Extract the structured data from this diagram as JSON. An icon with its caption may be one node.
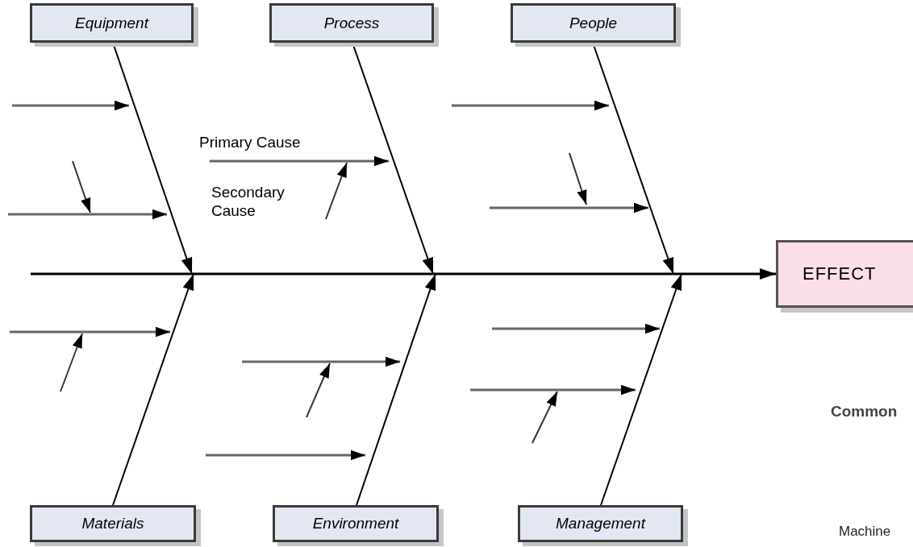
{
  "diagram": {
    "nodes": [
      {
        "text": [
          "Equipment"
        ]
      },
      {
        "text": [
          "Process"
        ]
      },
      {
        "text": [
          "People"
        ]
      },
      {
        "text": [
          "Materials"
        ]
      },
      {
        "text": [
          "Environment"
        ]
      },
      {
        "text": [
          "Management"
        ]
      },
      {
        "text": [
          "EFFECT"
        ]
      }
    ],
    "edges": [
      {
        "from": 0,
        "to": null,
        "arrow": "to"
      },
      {
        "from": 1,
        "to": null,
        "arrow": "to"
      },
      {
        "from": 2,
        "to": null,
        "arrow": "to"
      },
      {
        "from": 3,
        "to": null,
        "arrow": "to"
      },
      {
        "from": 4,
        "to": null,
        "arrow": "to"
      },
      {
        "from": 5,
        "to": null,
        "arrow": "to"
      },
      {
        "from": null,
        "to": 6,
        "arrow": "to"
      }
    ],
    "labels": [
      "Primary Cause",
      "Secondary Cause",
      "Common",
      "Machine"
    ]
  }
}
